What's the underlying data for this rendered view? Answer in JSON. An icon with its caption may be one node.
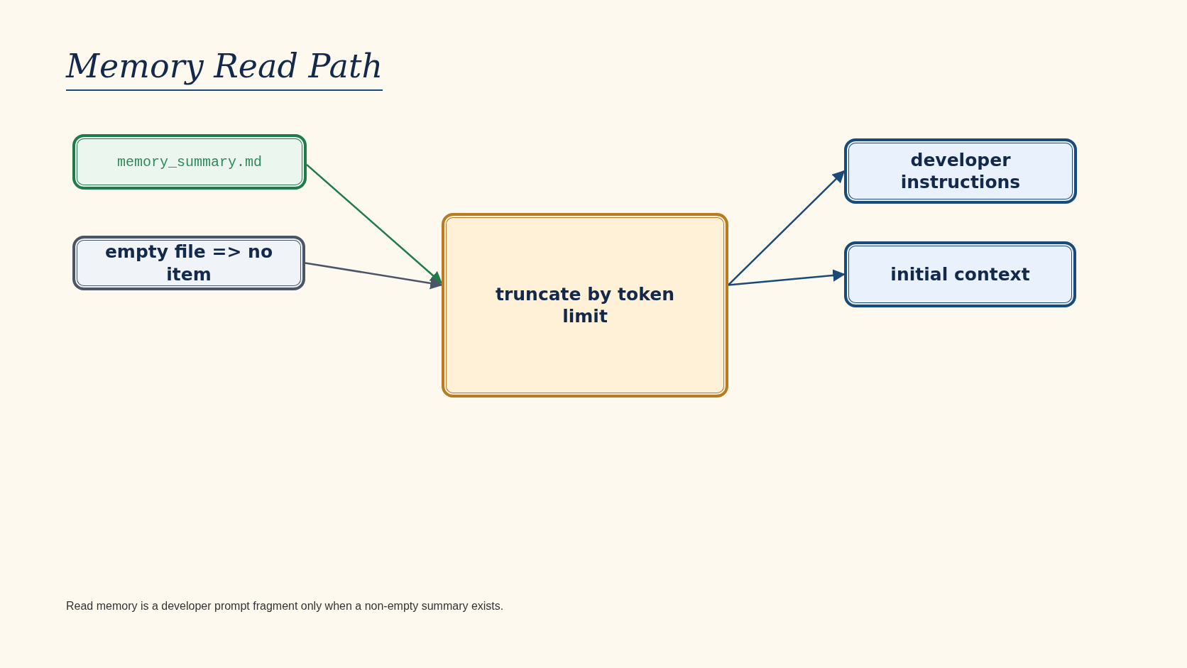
{
  "diagram": {
    "title": "Memory Read Path",
    "caption": "Read memory is a developer prompt fragment only when a non-empty summary exists.",
    "nodes": [
      {
        "text": [
          "memory_summary.md"
        ]
      },
      {
        "text": [
          "empty file => no item"
        ]
      },
      {
        "text": [
          "truncate by token limit"
        ]
      },
      {
        "text": [
          "developer instructions"
        ]
      },
      {
        "text": [
          "initial context"
        ]
      }
    ],
    "edges": [
      {
        "from": 0,
        "to": 2,
        "arrow": "to",
        "color": "#1f7a4c"
      },
      {
        "from": 1,
        "to": 2,
        "arrow": "to",
        "color": "#4a5568"
      },
      {
        "from": 2,
        "to": 3,
        "arrow": "to"
      },
      {
        "from": 2,
        "to": 4,
        "arrow": "to"
      }
    ]
  }
}
